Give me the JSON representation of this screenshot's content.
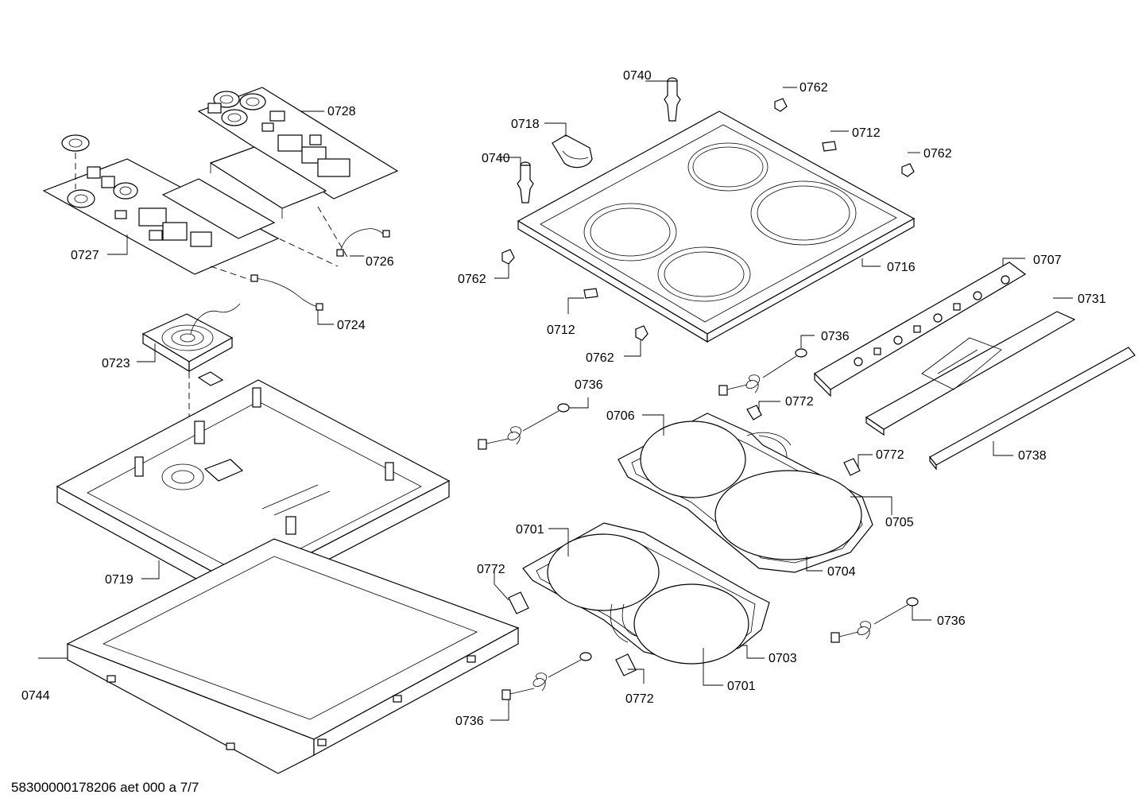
{
  "labels": {
    "l0728": "0728",
    "l0727": "0727",
    "l0726": "0726",
    "l0724": "0724",
    "l0723": "0723",
    "l0719": "0719",
    "l0744": "0744",
    "l0740a": "0740",
    "l0740b": "0740",
    "l0718": "0718",
    "l0762a": "0762",
    "l0762b": "0762",
    "l0762c": "0762",
    "l0762d": "0762",
    "l0712a": "0712",
    "l0712b": "0712",
    "l0716": "0716",
    "l0707": "0707",
    "l0731": "0731",
    "l0736a": "0736",
    "l0736b": "0736",
    "l0736c": "0736",
    "l0736d": "0736",
    "l0772a": "0772",
    "l0772b": "0772",
    "l0772c": "0772",
    "l0772d": "0772",
    "l0706": "0706",
    "l0705": "0705",
    "l0738": "0738",
    "l0704": "0704",
    "l0701a": "0701",
    "l0701b": "0701",
    "l0703": "0703"
  },
  "footer": "58300000178206 aet 000 a 7/7"
}
